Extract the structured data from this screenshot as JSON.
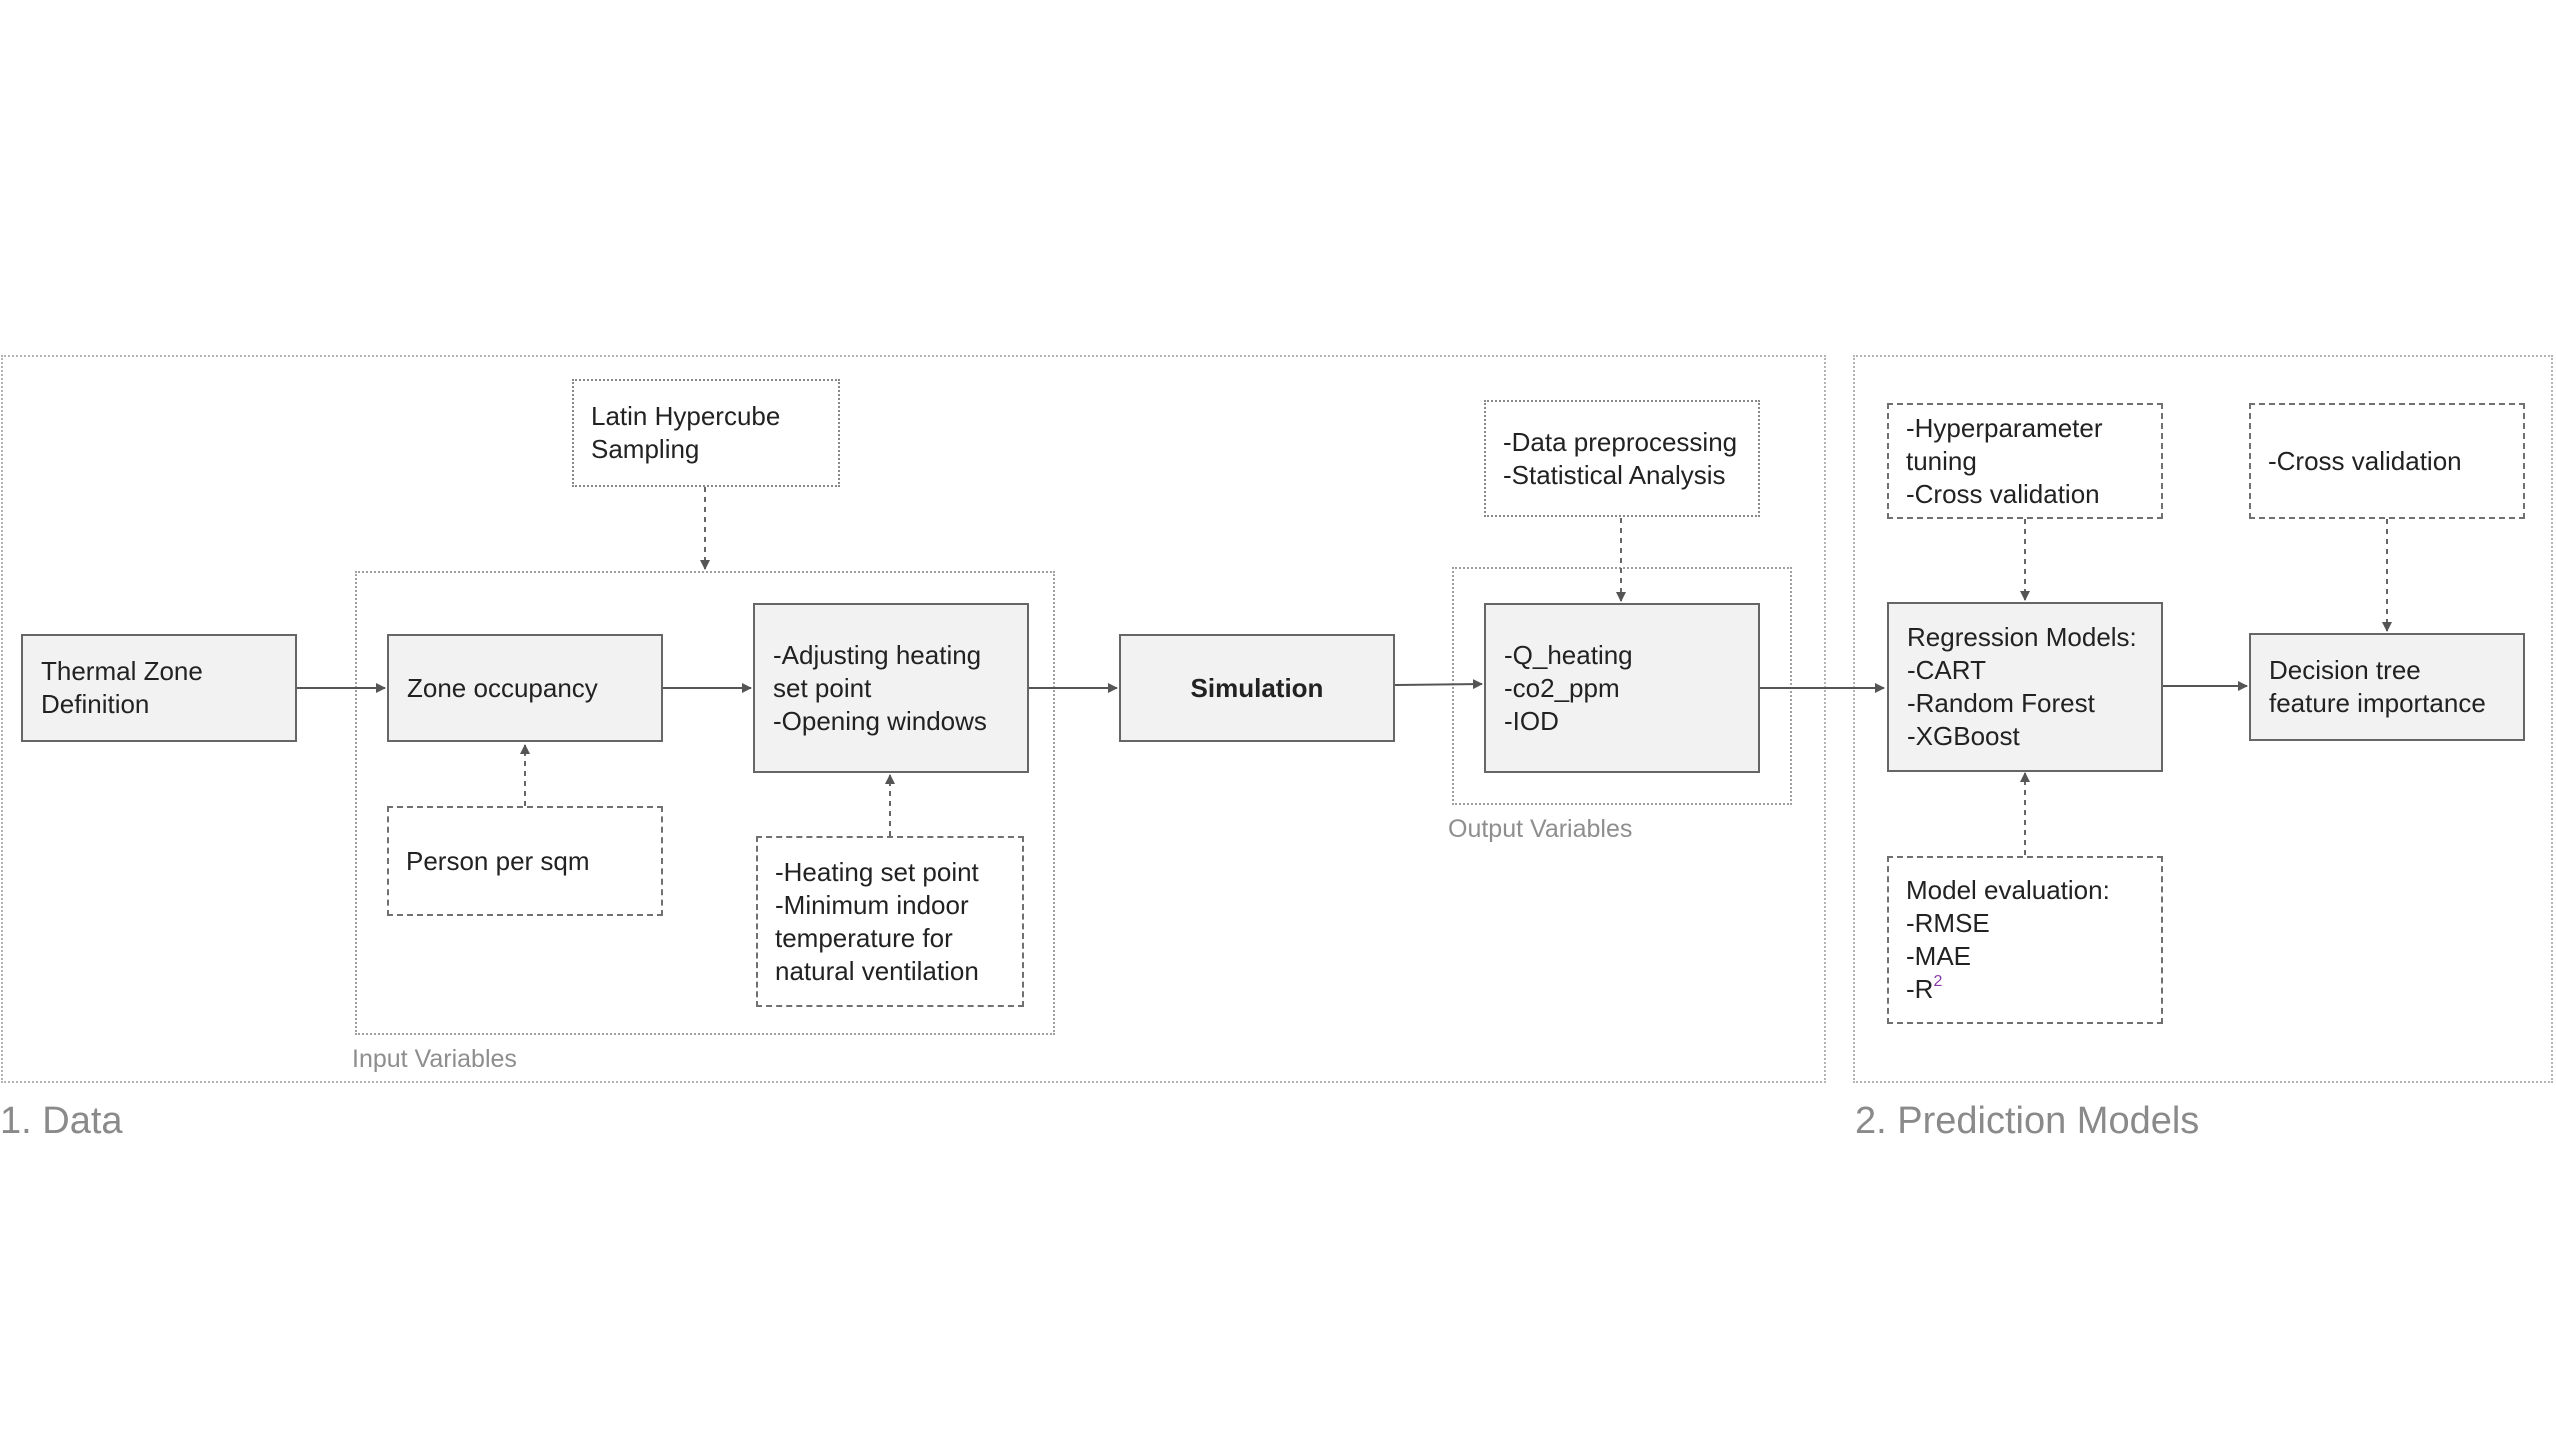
{
  "sections": {
    "data": {
      "title": "1. Data"
    },
    "prediction": {
      "title": "2. Prediction Models"
    }
  },
  "groups": {
    "input": {
      "caption": "Input Variables"
    },
    "output": {
      "caption": "Output Variables"
    }
  },
  "nodes": {
    "thermal_zone": {
      "lines": [
        "Thermal Zone",
        "Definition"
      ]
    },
    "zone_occupancy": {
      "lines": [
        "Zone occupancy"
      ]
    },
    "adjusting": {
      "lines": [
        "-Adjusting heating",
        "set point",
        "-Opening windows"
      ]
    },
    "simulation": {
      "lines": [
        "Simulation"
      ]
    },
    "outputs": {
      "lines": [
        "-Q_heating",
        "-co2_ppm",
        "-IOD"
      ]
    },
    "regression": {
      "lines": [
        "Regression Models:",
        "-CART",
        "-Random Forest",
        "-XGBoost"
      ]
    },
    "decision_tree": {
      "lines": [
        "Decision tree",
        "feature importance"
      ]
    }
  },
  "params": {
    "latin_hypercube": {
      "lines": [
        "Latin Hypercube",
        "Sampling"
      ]
    },
    "person_per_sqm": {
      "lines": [
        "Person per sqm"
      ]
    },
    "heating_setpoint": {
      "lines": [
        "-Heating set point",
        "-Minimum indoor",
        "temperature for",
        "natural ventilation"
      ]
    },
    "preprocessing": {
      "lines": [
        "-Data preprocessing",
        "-Statistical Analysis"
      ]
    },
    "hyperparameter": {
      "lines": [
        "-Hyperparameter",
        "tuning",
        "-Cross validation"
      ]
    },
    "cross_validation": {
      "lines": [
        "-Cross validation"
      ]
    },
    "model_evaluation": {
      "lines": [
        "Model evaluation:",
        "-RMSE",
        "-MAE",
        "-R"
      ],
      "superscript": "2"
    }
  },
  "colors": {
    "box_fill": "#f2f2f2",
    "box_border": "#666666",
    "arrow": "#555555",
    "region_border": "#b4b4b4",
    "caption": "#8e8e8e",
    "superscript_accent": "#8a3aa8"
  }
}
